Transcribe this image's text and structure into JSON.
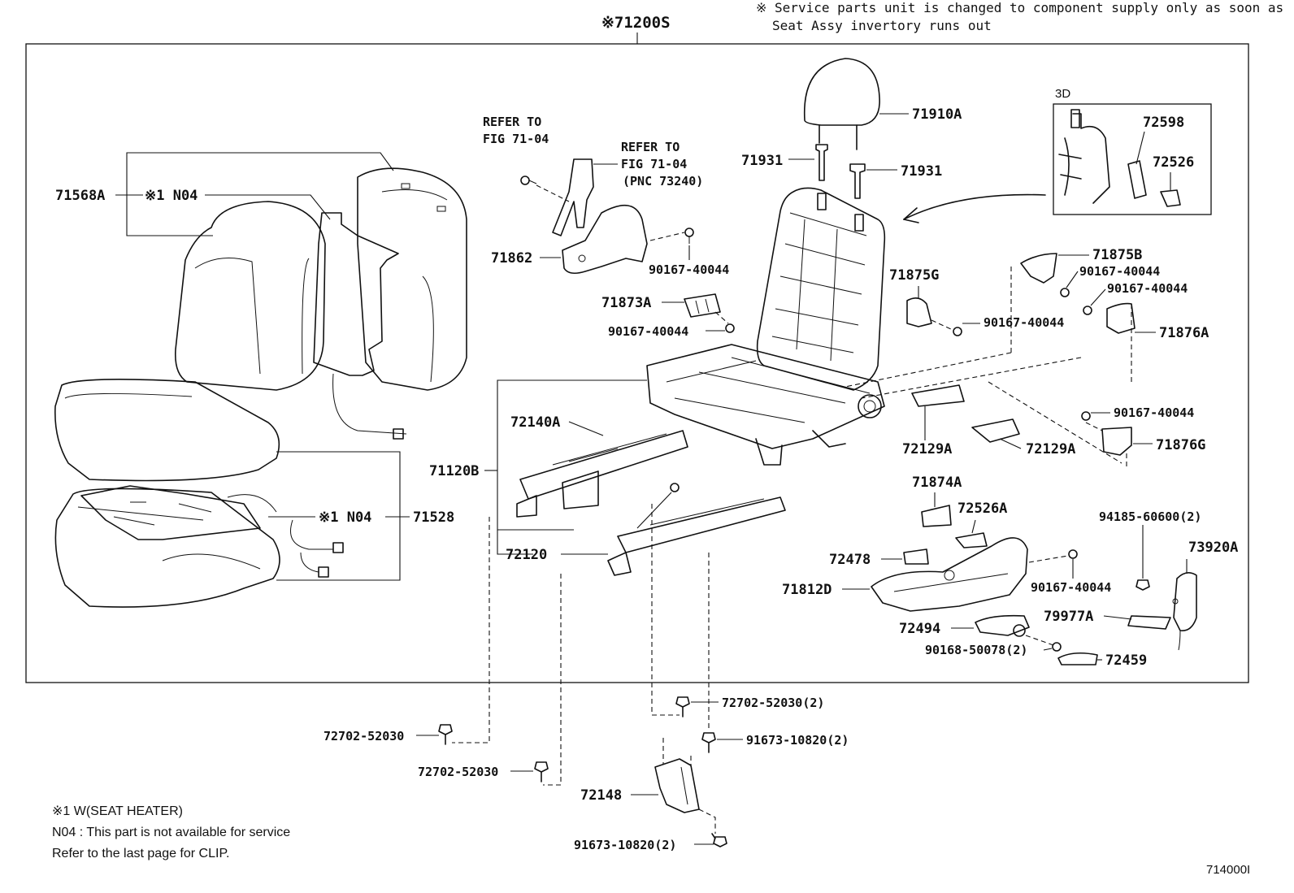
{
  "header": {
    "assembly_label": "※71200S",
    "service_note_line1": "※ Service parts unit is changed to component supply only as soon as",
    "service_note_line2": "Seat Assy invertory runs out"
  },
  "refer_to": {
    "a_line1": "REFER TO",
    "a_line2": "FIG 71-04",
    "b_line1": "REFER TO",
    "b_line2": "FIG 71-04",
    "b_line3": "(PNC 73240)"
  },
  "inset": {
    "title": "3D",
    "parts": [
      "72598",
      "72526"
    ]
  },
  "parts": {
    "p71910A": "71910A",
    "p71931_left": "71931",
    "p71931_right": "71931",
    "p71568A": "71568A",
    "p71568A_note": "※1 N04",
    "p71862": "71862",
    "p90167_a": "90167-40044",
    "p71873A": "71873A",
    "p90167_b": "90167-40044",
    "p71875G": "71875G",
    "p71875B": "71875B",
    "p90167_c": "90167-40044",
    "p90167_d": "90167-40044",
    "p90167_e": "90167-40044",
    "p71876A": "71876A",
    "p90167_f": "90167-40044",
    "p71876G": "71876G",
    "p72140A": "72140A",
    "p71120B": "71120B",
    "p72129A_1": "72129A",
    "p72129A_2": "72129A",
    "p71874A": "71874A",
    "p72526A": "72526A",
    "p94185": "94185-60600(2)",
    "p73920A": "73920A",
    "p71528": "71528",
    "p71528_note": "※1 N04",
    "p72120": "72120",
    "p72478": "72478",
    "p71812D": "71812D",
    "p90167_g": "90167-40044",
    "p79977A": "79977A",
    "p72494": "72494",
    "p90168": "90168-50078(2)",
    "p72459": "72459",
    "p72702_a": "72702-52030(2)",
    "p91673_a": "91673-10820(2)",
    "p72702_b": "72702-52030",
    "p72702_c": "72702-52030",
    "p72148": "72148",
    "p91673_b": "91673-10820(2)"
  },
  "footnotes": {
    "line1": "※1  W(SEAT HEATER)",
    "line2": "N04 : This part is not available for service",
    "line3": "Refer to the last page for CLIP."
  },
  "figure_id": "714000I"
}
